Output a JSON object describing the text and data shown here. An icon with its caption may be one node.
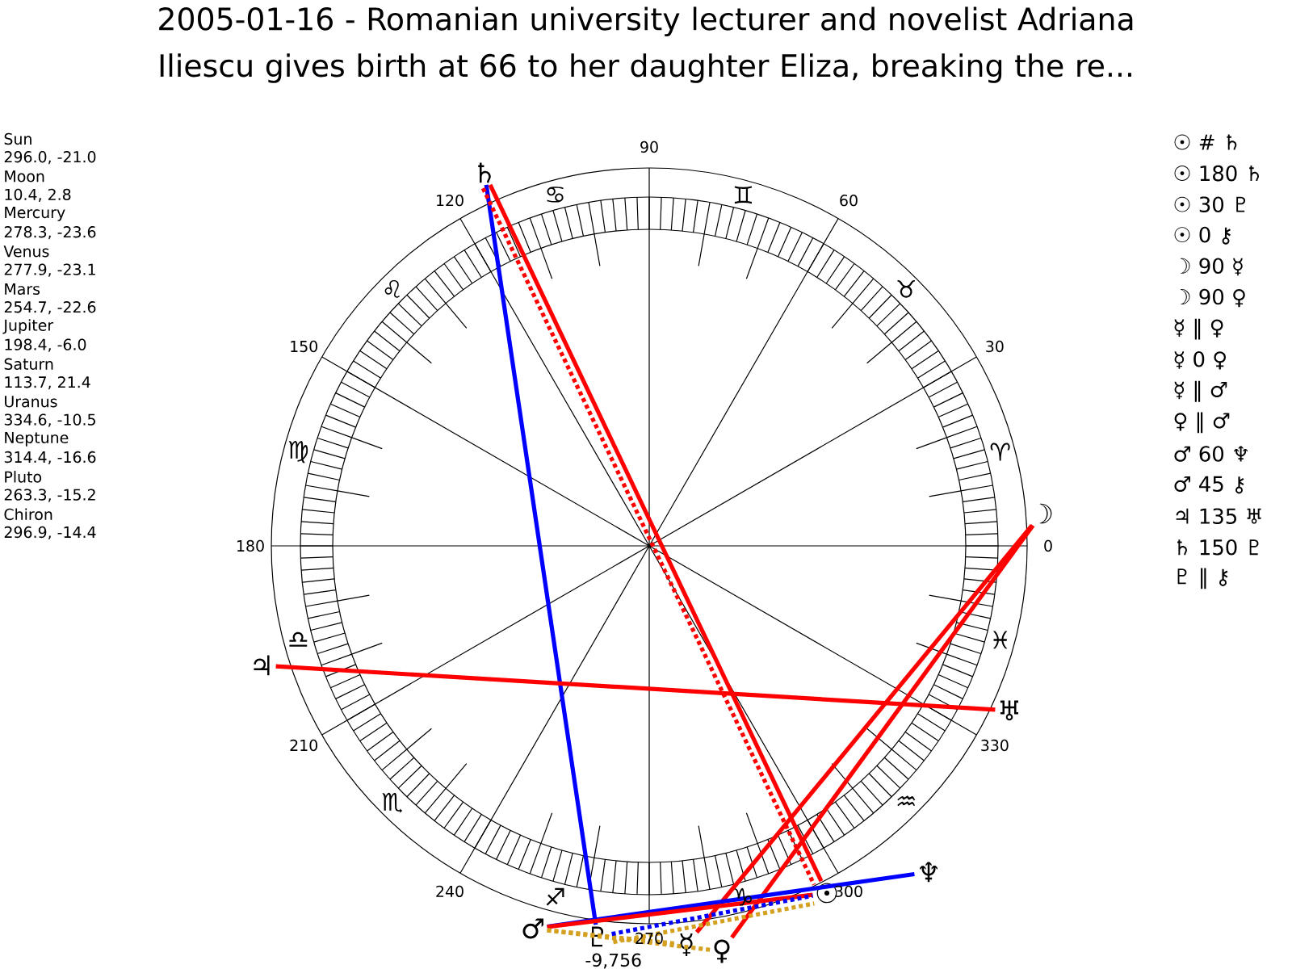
{
  "diagram": {
    "title": "2005-01-16 - Romanian university lecturer and novelist Adriana Iliescu gives birth at 66 to her daughter Eliza, breaking the re...",
    "nodes": [
      {
        "text": [
          "♄"
        ]
      },
      {
        "text": [
          "☽"
        ]
      },
      {
        "text": [
          "♃"
        ]
      },
      {
        "text": [
          "♅"
        ]
      },
      {
        "text": [
          "♆"
        ]
      },
      {
        "text": [
          "☉"
        ]
      },
      {
        "text": [
          "♂"
        ]
      },
      {
        "text": [
          "♇"
        ]
      },
      {
        "text": [
          "☿"
        ]
      },
      {
        "text": [
          "♀"
        ]
      }
    ],
    "edges": [
      {
        "from": 0,
        "to": 7,
        "arrow": "none",
        "color": "#0000ff"
      },
      {
        "from": 0,
        "to": 5,
        "arrow": "none"
      },
      {
        "from": 0,
        "to": 5,
        "arrow": "none",
        "style": "dashed"
      },
      {
        "from": 1,
        "to": 8,
        "arrow": "none"
      },
      {
        "from": 1,
        "to": 9,
        "arrow": "none"
      },
      {
        "from": 2,
        "to": 3,
        "arrow": "none"
      },
      {
        "from": 6,
        "to": 4,
        "arrow": "none",
        "color": "#0000ff"
      },
      {
        "from": 6,
        "to": 5,
        "arrow": "none"
      },
      {
        "from": 6,
        "to": 8,
        "arrow": "none",
        "style": "dashed",
        "color": "#d4a020"
      },
      {
        "from": 6,
        "to": 9,
        "arrow": "none",
        "style": "dashed",
        "color": "#d4a020"
      },
      {
        "from": 7,
        "to": 5,
        "arrow": "none",
        "style": "dashed",
        "color": "#0000ff"
      },
      {
        "from": 7,
        "to": 5,
        "arrow": "none",
        "style": "dashed",
        "color": "#d4a020"
      }
    ],
    "labels": [
      "Sun",
      "296.0, -21.0",
      "Moon",
      "10.4, 2.8",
      "Mercury",
      "278.3, -23.6",
      "Venus",
      "277.9, -23.1",
      "Mars",
      "254.7, -22.6",
      "Jupiter",
      "198.4, -6.0",
      "Saturn",
      "113.7, 21.4",
      "Uranus",
      "334.6, -10.5",
      "Neptune",
      "314.4, -16.6",
      "Pluto",
      "263.3, -15.2",
      "Chiron",
      "296.9, -14.4",
      "90",
      "120",
      "60",
      "150",
      "30",
      "180",
      "0",
      "210",
      "330",
      "240",
      "300",
      "270",
      "♋",
      "♊",
      "♌",
      "♉",
      "♍",
      "♈",
      "♎",
      "♓",
      "♏",
      "♒",
      "♐",
      "♑",
      "-9,756",
      "☉ # ♄",
      "☉ 180 ♄",
      "☉ 30 ♇",
      "☉ 0 ⚷",
      "☽ 90 ☿",
      "☽ 90 ♀",
      "☿ ‖ ♀",
      "☿ 0 ♀",
      "☿ ‖ ♂",
      "♀ ‖ ♂",
      "♂ 60 ♆",
      "♂ 45 ⚷",
      "♃ 135 ♅",
      "♄ 150 ♇",
      "♇ ‖ ⚷"
    ]
  }
}
